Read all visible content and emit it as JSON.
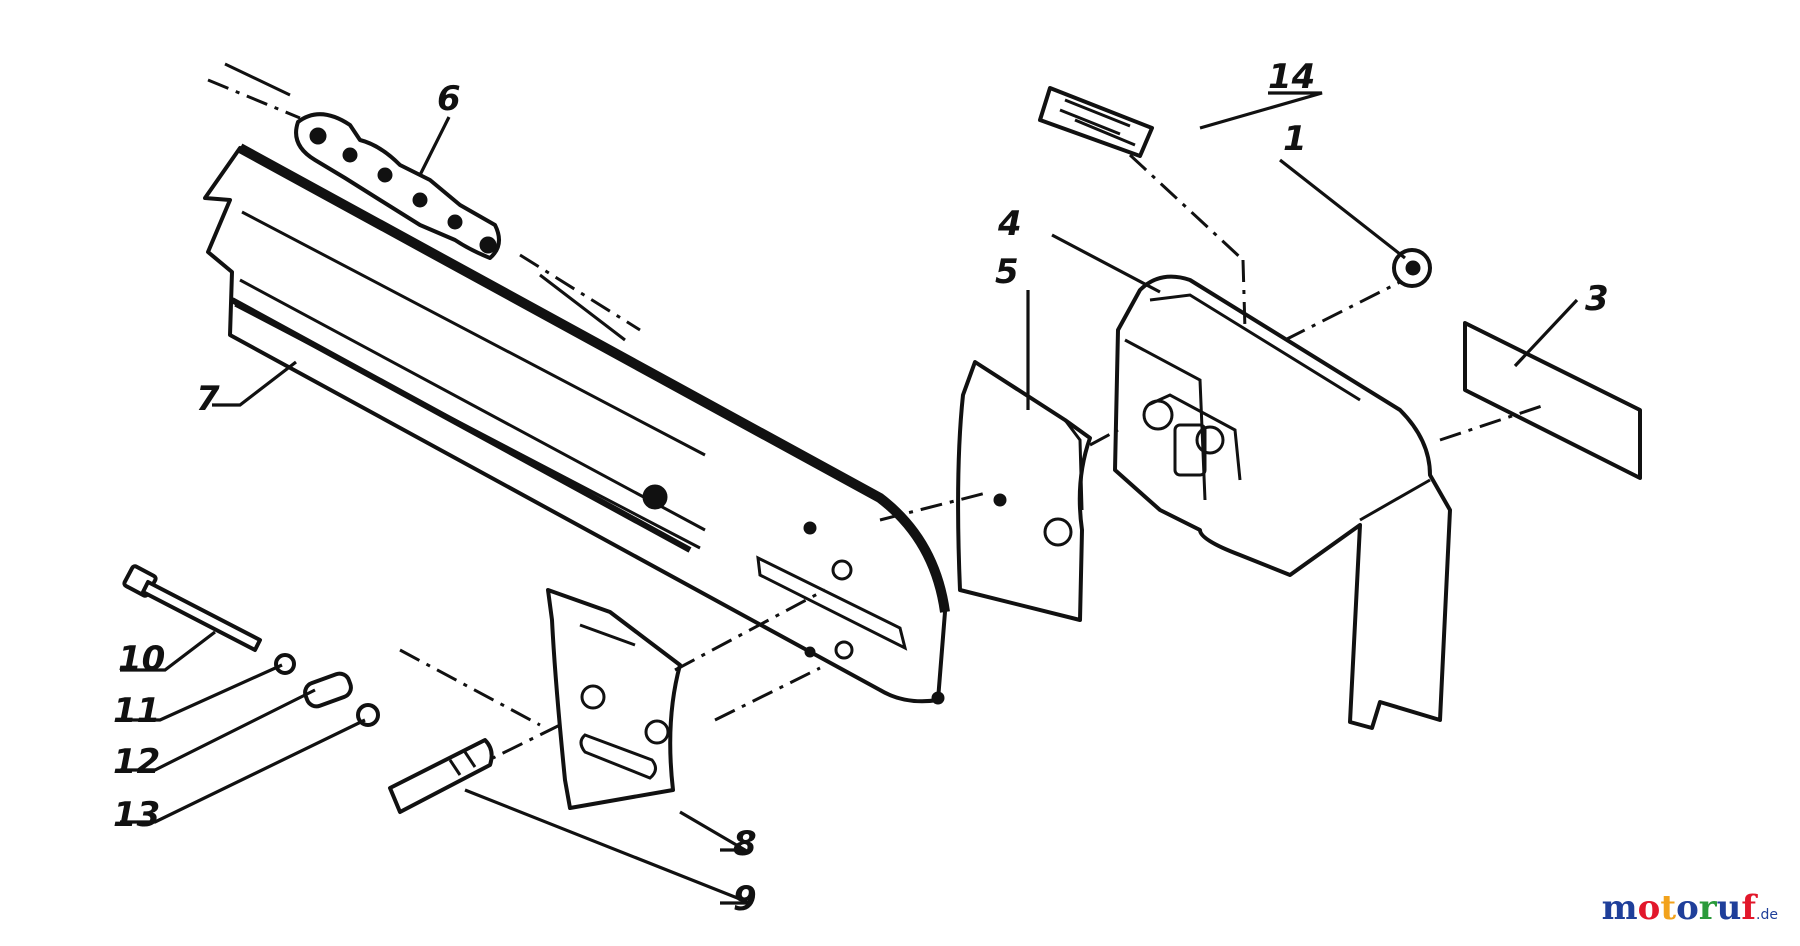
{
  "callouts": [
    "1",
    "3",
    "4",
    "5",
    "6",
    "7",
    "8",
    "9",
    "10",
    "11",
    "12",
    "13",
    "14"
  ],
  "watermark": {
    "letters": [
      "m",
      "o",
      "t",
      "o",
      "r",
      "u",
      "f"
    ],
    "colors": [
      "#1f3f9a",
      "#e2172b",
      "#f2a21b",
      "#1f3f9a",
      "#2a9a3a",
      "#1f3f9a",
      "#e2172b"
    ],
    "tld": ".de"
  }
}
